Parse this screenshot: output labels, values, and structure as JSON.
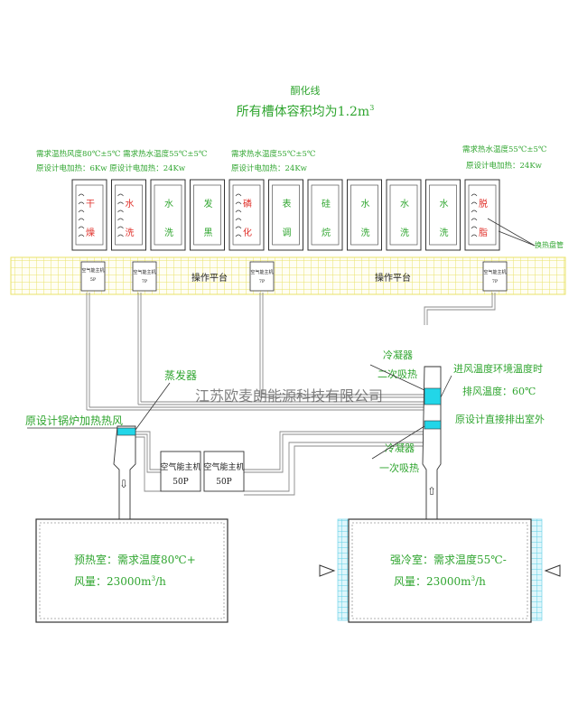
{
  "header": {
    "top_partial": "酮化线",
    "title": "所有槽体容积均为1.2m",
    "title_sup": "3"
  },
  "spec_notes": {
    "left_line1": "需求温热风度80℃±5℃  需求热水温度55℃±5℃",
    "left_line2": "原设计电加热：6Kw        原设计电加热：24Kw",
    "mid_line1": "需求热水温度55℃±5℃",
    "mid_line2": "原设计电加热：24Kw",
    "right_line1": "需求热水温度55℃±5℃",
    "right_line2": "原设计电加热：24Kw"
  },
  "tanks": [
    {
      "c1": "干",
      "c2": "燥",
      "color": "#e0302a"
    },
    {
      "c1": "水",
      "c2": "洗",
      "color": "#e0302a"
    },
    {
      "c1": "水",
      "c2": "洗",
      "color": "#2fa52f"
    },
    {
      "c1": "发",
      "c2": "黑",
      "color": "#2fa52f"
    },
    {
      "c1": "磷",
      "c2": "化",
      "color": "#e0302a"
    },
    {
      "c1": "表",
      "c2": "调",
      "color": "#2fa52f"
    },
    {
      "c1": "硅",
      "c2": "烷",
      "color": "#2fa52f"
    },
    {
      "c1": "水",
      "c2": "洗",
      "color": "#2fa52f"
    },
    {
      "c1": "水",
      "c2": "洗",
      "color": "#2fa52f"
    },
    {
      "c1": "水",
      "c2": "洗",
      "color": "#2fa52f"
    },
    {
      "c1": "脱",
      "c2": "脂",
      "color": "#e0302a"
    }
  ],
  "heat_exchanger_label": "换热盘管",
  "platform_labels": [
    "操作平台",
    "操作平台"
  ],
  "small_units": [
    {
      "l1": "空气能主机",
      "l2": "5P"
    },
    {
      "l1": "空气能主机",
      "l2": "7P"
    },
    {
      "l1": "空气能主机",
      "l2": "7P"
    },
    {
      "l1": "空气能主机",
      "l2": "7P"
    }
  ],
  "watermark": "江苏欧麦朗能源科技有限公司",
  "left_side": {
    "evaporator": "蒸发器",
    "boiler_note": "原设计锅炉加热热风"
  },
  "right_side": {
    "condenser2_l1": "冷凝器",
    "condenser2_l2": "二次吸热",
    "condenser1_l1": "冷凝器",
    "condenser1_l2": "一次吸热",
    "note_l1": "进风温度环境温度时",
    "note_l2": "排风温度：60℃",
    "note_l3": "原设计直接排出室外"
  },
  "main_units": [
    {
      "l1": "空气能主机",
      "l2": "50P"
    },
    {
      "l1": "空气能主机",
      "l2": "50P"
    }
  ],
  "preheat_room": {
    "l1": "预热室：需求温度80℃+",
    "l2": "风量：23000m",
    "l2_sup": "3",
    "l2_tail": "/h"
  },
  "cooling_room": {
    "l1": "强冷室：需求温度55℃-",
    "l2": "风量：23000m",
    "l2_sup": "3",
    "l2_tail": "/h"
  },
  "colors": {
    "green": "#2fa52f",
    "red": "#e0302a",
    "yellow": "#f2ee8a",
    "cyan": "#22d6e8",
    "line": "#333333"
  }
}
